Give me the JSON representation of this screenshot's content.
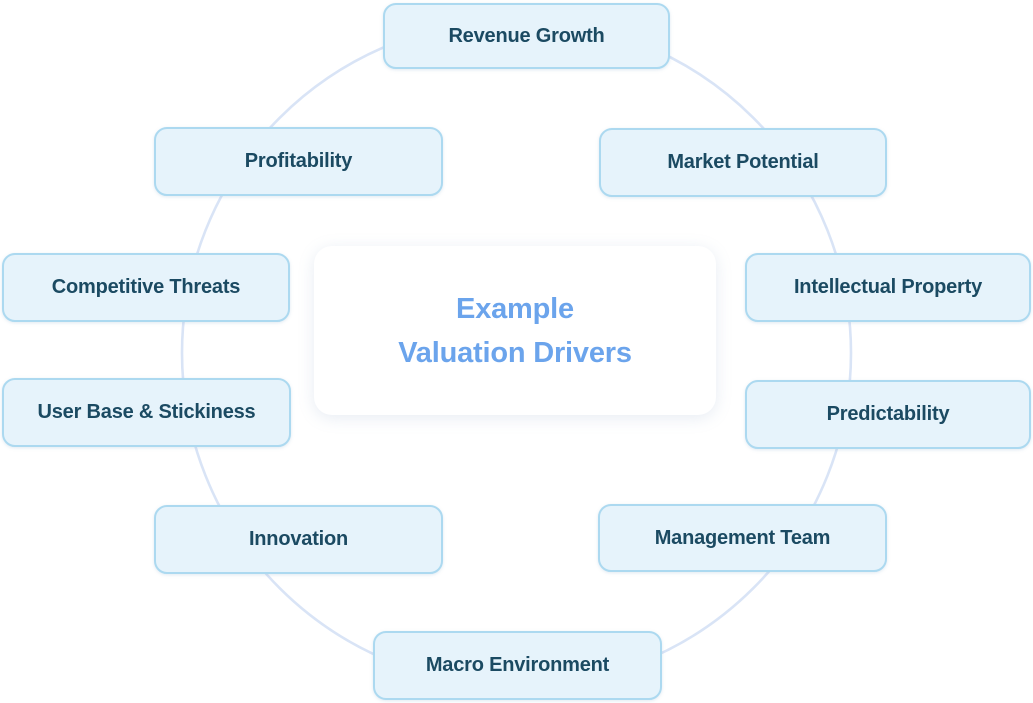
{
  "diagram": {
    "title": {
      "line1": "Example",
      "line2": "Valuation Drivers"
    },
    "nodes": [
      {
        "id": "revenue-growth",
        "label": "Revenue Growth"
      },
      {
        "id": "profitability",
        "label": "Profitability"
      },
      {
        "id": "market-potential",
        "label": "Market Potential"
      },
      {
        "id": "competitive-threats",
        "label": "Competitive Threats"
      },
      {
        "id": "intellectual-property",
        "label": "Intellectual Property"
      },
      {
        "id": "user-base-stickiness",
        "label": "User Base & Stickiness"
      },
      {
        "id": "predictability",
        "label": "Predictability"
      },
      {
        "id": "innovation",
        "label": "Innovation"
      },
      {
        "id": "management-team",
        "label": "Management Team"
      },
      {
        "id": "macro-environment",
        "label": "Macro Environment"
      }
    ],
    "colors": {
      "background": "#FFFFFF",
      "node_fill": "#E6F3FB",
      "node_border": "#ACD9F0",
      "node_text": "#1B4A62",
      "center_card_fill": "#FFFFFF",
      "center_text": "#6BA4EC",
      "ring_stroke": "#D9E4F6"
    }
  }
}
